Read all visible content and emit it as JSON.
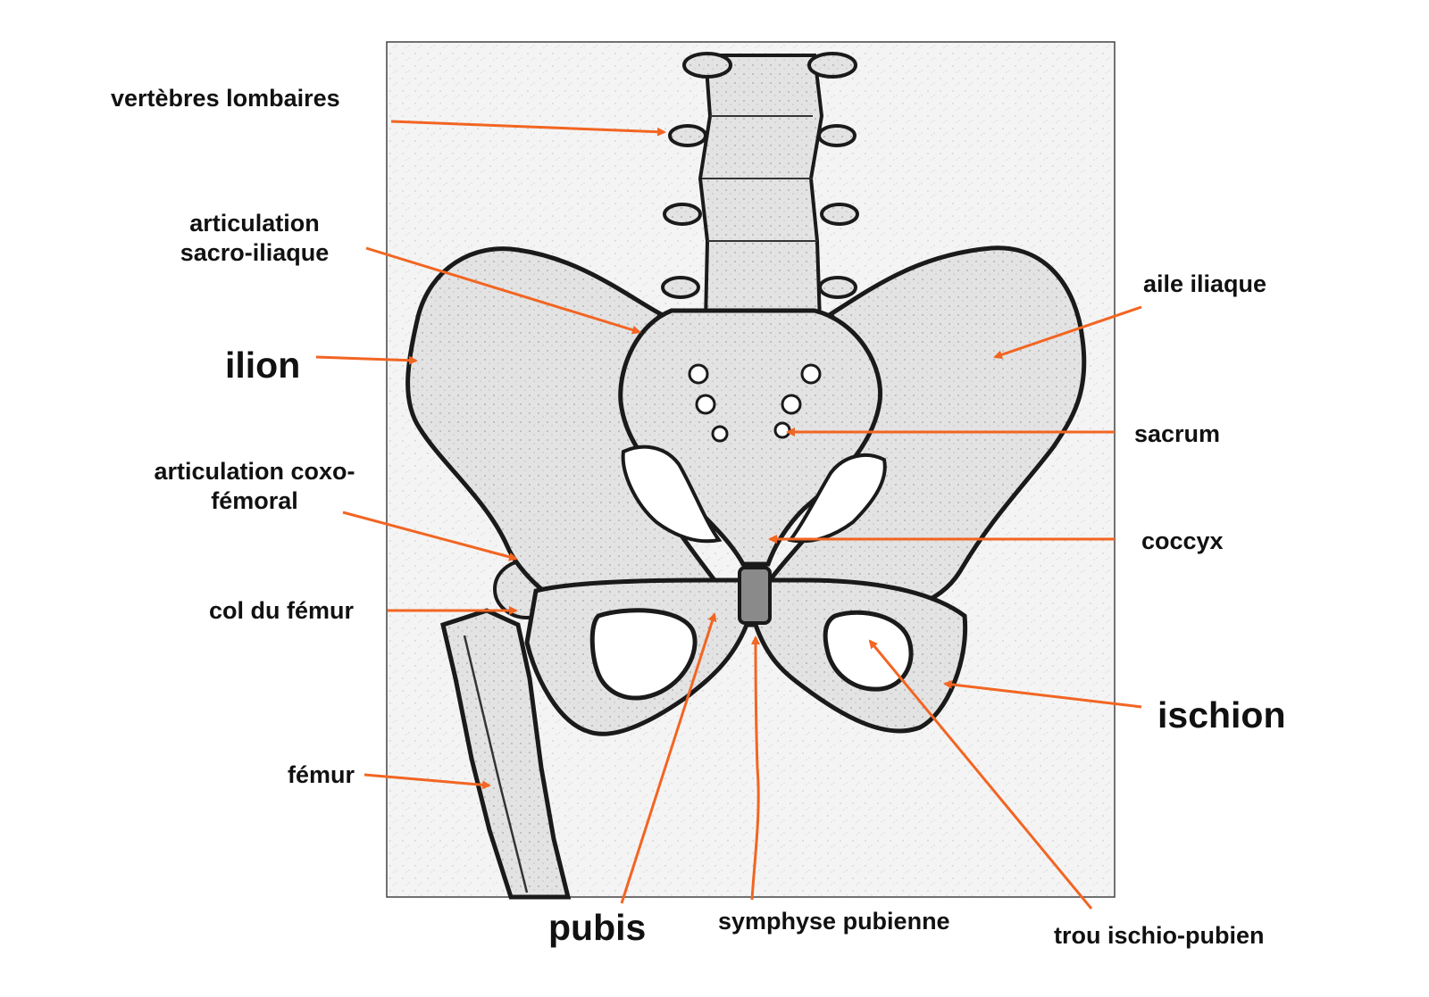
{
  "colors": {
    "arrow": "#f26522",
    "label_text": "#111111",
    "bone_outline": "#1a1a1a",
    "frame_border": "#444444"
  },
  "labels": {
    "vertebres_lombaires": "vertèbres lombaires",
    "articulation_sacro_iliaque": [
      "articulation",
      "sacro-iliaque"
    ],
    "ilion": "ilion",
    "articulation_coxo_femoral": [
      "articulation coxo-",
      "fémoral"
    ],
    "col_du_femur": "col du fémur",
    "femur": "fémur",
    "pubis": "pubis",
    "symphyse_pubienne": "symphyse pubienne",
    "trou_ischio_pubien": "trou ischio-pubien",
    "ischion": "ischion",
    "coccyx": "coccyx",
    "sacrum": "sacrum",
    "aile_iliaque": "aile iliaque"
  }
}
